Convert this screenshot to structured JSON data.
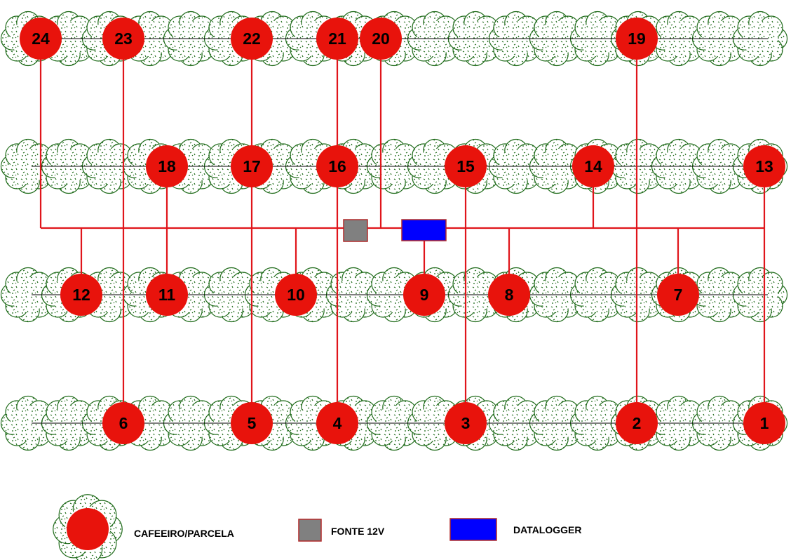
{
  "parcels": [
    {
      "label": "1"
    },
    {
      "label": "2"
    },
    {
      "label": "3"
    },
    {
      "label": "4"
    },
    {
      "label": "5"
    },
    {
      "label": "6"
    },
    {
      "label": "7"
    },
    {
      "label": "8"
    },
    {
      "label": "9"
    },
    {
      "label": "10"
    },
    {
      "label": "11"
    },
    {
      "label": "12"
    },
    {
      "label": "13"
    },
    {
      "label": "14"
    },
    {
      "label": "15"
    },
    {
      "label": "16"
    },
    {
      "label": "17"
    },
    {
      "label": "18"
    },
    {
      "label": "19"
    },
    {
      "label": "20"
    },
    {
      "label": "21"
    },
    {
      "label": "22"
    },
    {
      "label": "23"
    },
    {
      "label": "24"
    }
  ],
  "legend": {
    "plant_label": "CAFEEIRO/PARCELA",
    "power_label": "FONTE 12V",
    "logger_label": "DATALOGGER"
  },
  "colors": {
    "parcel": "#e8130c",
    "wire": "#e0151b",
    "foliage": "#1f6b1a",
    "power": "#808080",
    "logger": "#0000ff"
  }
}
